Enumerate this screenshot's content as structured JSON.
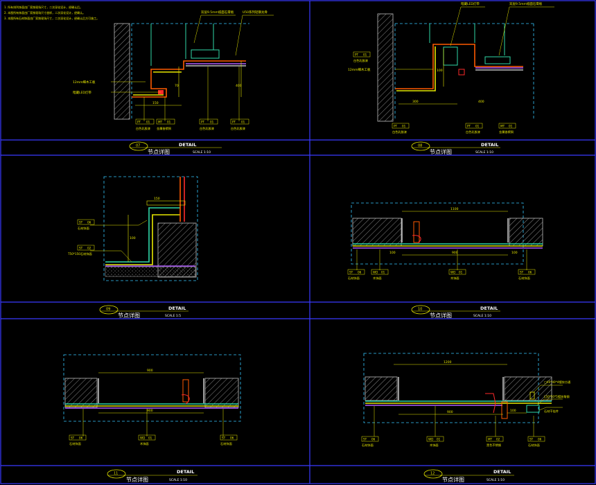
{
  "notes": [
    "1. 所有排列饰面由厂家按现场尺寸，二次深化设计，经确认后。",
    "2. 本图所有饰面由厂家按现场尺寸放样，二次深化设计，经确认。",
    "3. 本图所有石材饰面由厂家按现场尺寸，二次深化设计，经确认后方可施工。"
  ],
  "panels": [
    {
      "number": "07",
      "detail": "DETAIL",
      "title": "节点详图",
      "scale": "SCALE 1:10",
      "callouts": [
        "双层9.5mm纸面石膏板",
        "U50系列轻钢龙骨",
        "12mm细木工板",
        "暗藏LED灯带"
      ],
      "tags": [
        {
          "code": "PT",
          "num": "01",
          "text": "白色乳胶漆"
        },
        {
          "code": "MT",
          "num": "01",
          "text": "金属香槟铜"
        },
        {
          "code": "PT",
          "num": "01",
          "text": "白色乳胶漆"
        },
        {
          "code": "PT",
          "num": "01",
          "text": "白色乳胶漆"
        }
      ],
      "dims": [
        "150",
        "70",
        "400"
      ]
    },
    {
      "number": "08",
      "detail": "DETAIL",
      "title": "节点详图",
      "scale": "SCALE 1:10",
      "callouts": [
        "暗藏LED灯带",
        "双层9.5mm纸面石膏板",
        "12mm细木工板"
      ],
      "tags": [
        {
          "code": "PT",
          "num": "01",
          "text": "白色乳胶漆"
        },
        {
          "code": "PT",
          "num": "01",
          "text": "白色乳胶漆"
        },
        {
          "code": "PT",
          "num": "01",
          "text": "白色乳胶漆"
        },
        {
          "code": "MT",
          "num": "01",
          "text": "金属香槟铜"
        }
      ],
      "dims": [
        "300",
        "100",
        "400"
      ]
    },
    {
      "number": "09",
      "detail": "DETAIL",
      "title": "节点详图",
      "scale": "SCALE 1:5",
      "callouts": [
        "石材饰面",
        "T50*150石材饰面"
      ],
      "tags": [
        {
          "code": "ST",
          "num": "06",
          "text": "石材饰面"
        },
        {
          "code": "ST",
          "num": "02",
          "text": "T50*150石材饰面"
        }
      ],
      "dims": [
        "150",
        "100"
      ]
    },
    {
      "number": "10",
      "detail": "DETAIL",
      "title": "节点详图",
      "scale": "SCALE 1:10",
      "callouts": [],
      "tags": [
        {
          "code": "ST",
          "num": "06",
          "text": "石材饰面"
        },
        {
          "code": "WD",
          "num": "01",
          "text": "木饰面"
        },
        {
          "code": "WD",
          "num": "01",
          "text": "木饰面"
        },
        {
          "code": "ST",
          "num": "06",
          "text": "石材饰面"
        }
      ],
      "dims": [
        "1100",
        "900",
        "100",
        "100"
      ]
    },
    {
      "number": "11",
      "detail": "DETAIL",
      "title": "节点详图",
      "scale": "SCALE 1:10",
      "callouts": [],
      "tags": [
        {
          "code": "ST",
          "num": "06",
          "text": "石材饰面"
        },
        {
          "code": "WD",
          "num": "01",
          "text": "木饰面"
        },
        {
          "code": "ST",
          "num": "06",
          "text": "石材饰面"
        }
      ],
      "dims": [
        "900",
        "900"
      ]
    },
    {
      "number": "12",
      "detail": "DETAIL",
      "title": "节点详图",
      "scale": "SCALE 1:10",
      "callouts": [
        "□40*40*4镀锌方通",
        "L50*50*5镀锌角钢",
        "石材干挂件"
      ],
      "tags": [
        {
          "code": "ST",
          "num": "06",
          "text": "石材饰面"
        },
        {
          "code": "WD",
          "num": "01",
          "text": "木饰面"
        },
        {
          "code": "MT",
          "num": "02",
          "text": "黑色不锈钢"
        },
        {
          "code": "ST",
          "num": "06",
          "text": "石材饰面"
        }
      ],
      "dims": [
        "1200",
        "900",
        "100"
      ]
    }
  ]
}
